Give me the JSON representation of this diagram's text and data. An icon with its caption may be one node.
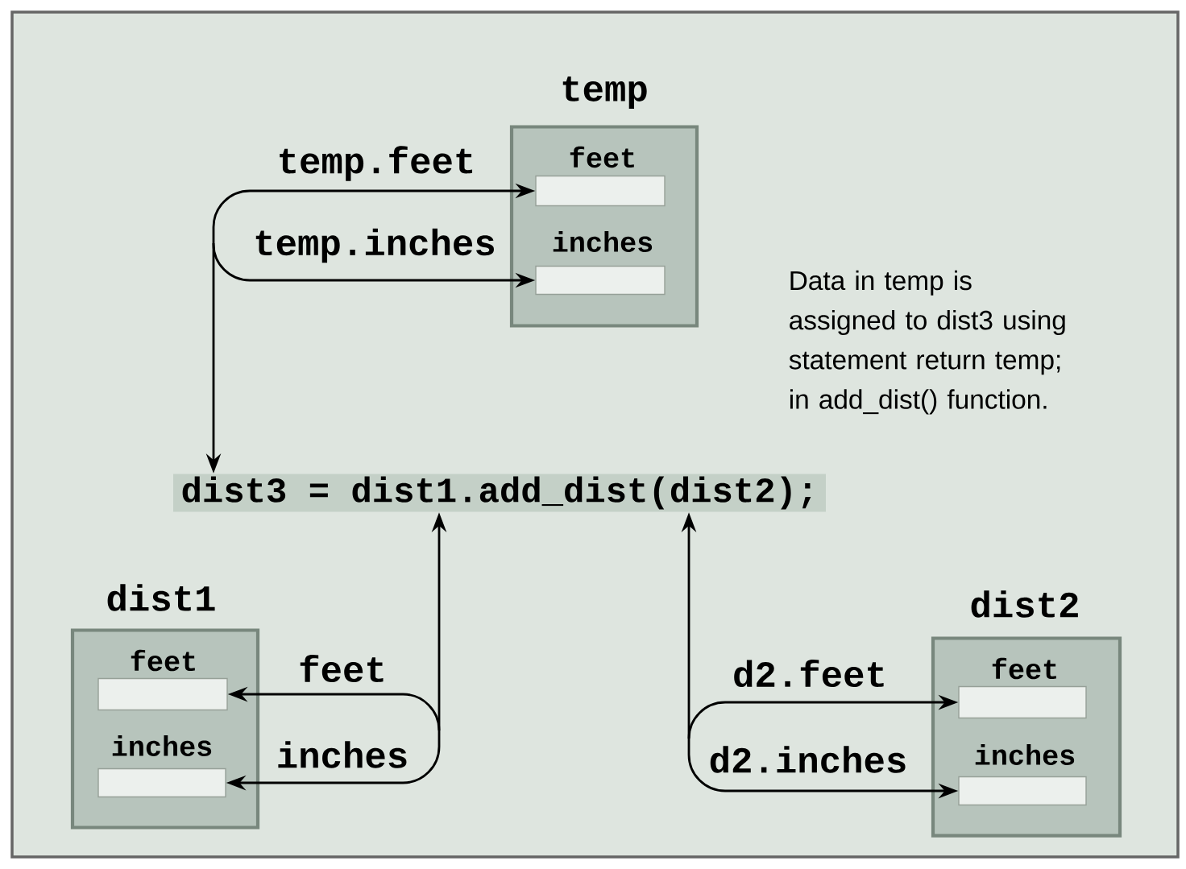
{
  "diagram": {
    "nodes": [
      {
        "text": [
          "temp"
        ]
      },
      {
        "text": [
          "feet"
        ],
        "in": 0
      },
      {
        "text": [
          "inches"
        ],
        "in": 0
      },
      {
        "text": [
          "dist3 = dist1.add_dist(dist2);"
        ]
      },
      {
        "text": [
          "dist1"
        ]
      },
      {
        "text": [
          "feet"
        ],
        "in": 4
      },
      {
        "text": [
          "inches"
        ],
        "in": 4
      },
      {
        "text": [
          "dist2"
        ]
      },
      {
        "text": [
          "feet"
        ],
        "in": 7
      },
      {
        "text": [
          "inches"
        ],
        "in": 7
      }
    ],
    "edges": [
      {
        "from": 3,
        "to": 1,
        "arrow": "both",
        "label": "temp.feet"
      },
      {
        "from": 3,
        "to": 2,
        "arrow": "both",
        "label": "temp.inches"
      },
      {
        "from": 3,
        "to": 5,
        "arrow": "both",
        "label": "feet"
      },
      {
        "from": 3,
        "to": 6,
        "arrow": "both",
        "label": "inches"
      },
      {
        "from": 3,
        "to": 8,
        "arrow": "both",
        "label": "d2.feet"
      },
      {
        "from": 3,
        "to": 9,
        "arrow": "both",
        "label": "d2.inches"
      }
    ],
    "labels": [
      "Data in temp is assigned to dist3 using statement return temp; in add_dist() function."
    ]
  }
}
